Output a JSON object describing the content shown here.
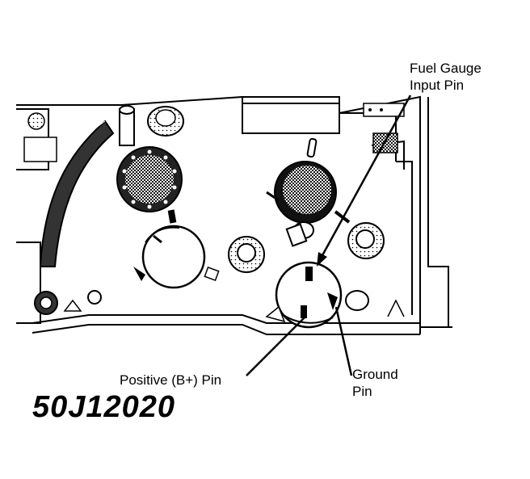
{
  "callouts": {
    "fuel_gauge_input_pin": [
      "Fuel Gauge",
      "Input Pin"
    ],
    "positive_pin": "Positive (B+) Pin",
    "ground_pin": [
      "Ground",
      "Pin"
    ]
  },
  "figure_id": "50J12020",
  "colors": {
    "ink": "#000000",
    "paper": "#ffffff",
    "shade": "#4a4a4a"
  }
}
